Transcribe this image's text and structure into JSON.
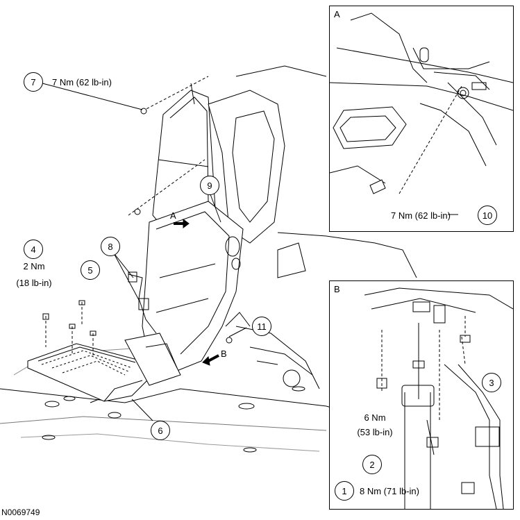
{
  "figure_id": "N0069749",
  "insets": {
    "a_label": "A",
    "b_label": "B"
  },
  "view_arrows": {
    "a": "A",
    "b": "B"
  },
  "callouts": [
    {
      "n": "1",
      "torque": "8 Nm (71 lb-in)"
    },
    {
      "n": "2",
      "torque": "6 Nm",
      "torque2": "(53 lb-in)"
    },
    {
      "n": "3"
    },
    {
      "n": "4",
      "torque": "2 Nm",
      "torque2": "(18 lb-in)"
    },
    {
      "n": "5"
    },
    {
      "n": "6"
    },
    {
      "n": "7",
      "torque": "7 Nm (62 lb-in)"
    },
    {
      "n": "8"
    },
    {
      "n": "9"
    },
    {
      "n": "10",
      "torque": "7 Nm (62 lb-in)"
    },
    {
      "n": "11"
    }
  ]
}
